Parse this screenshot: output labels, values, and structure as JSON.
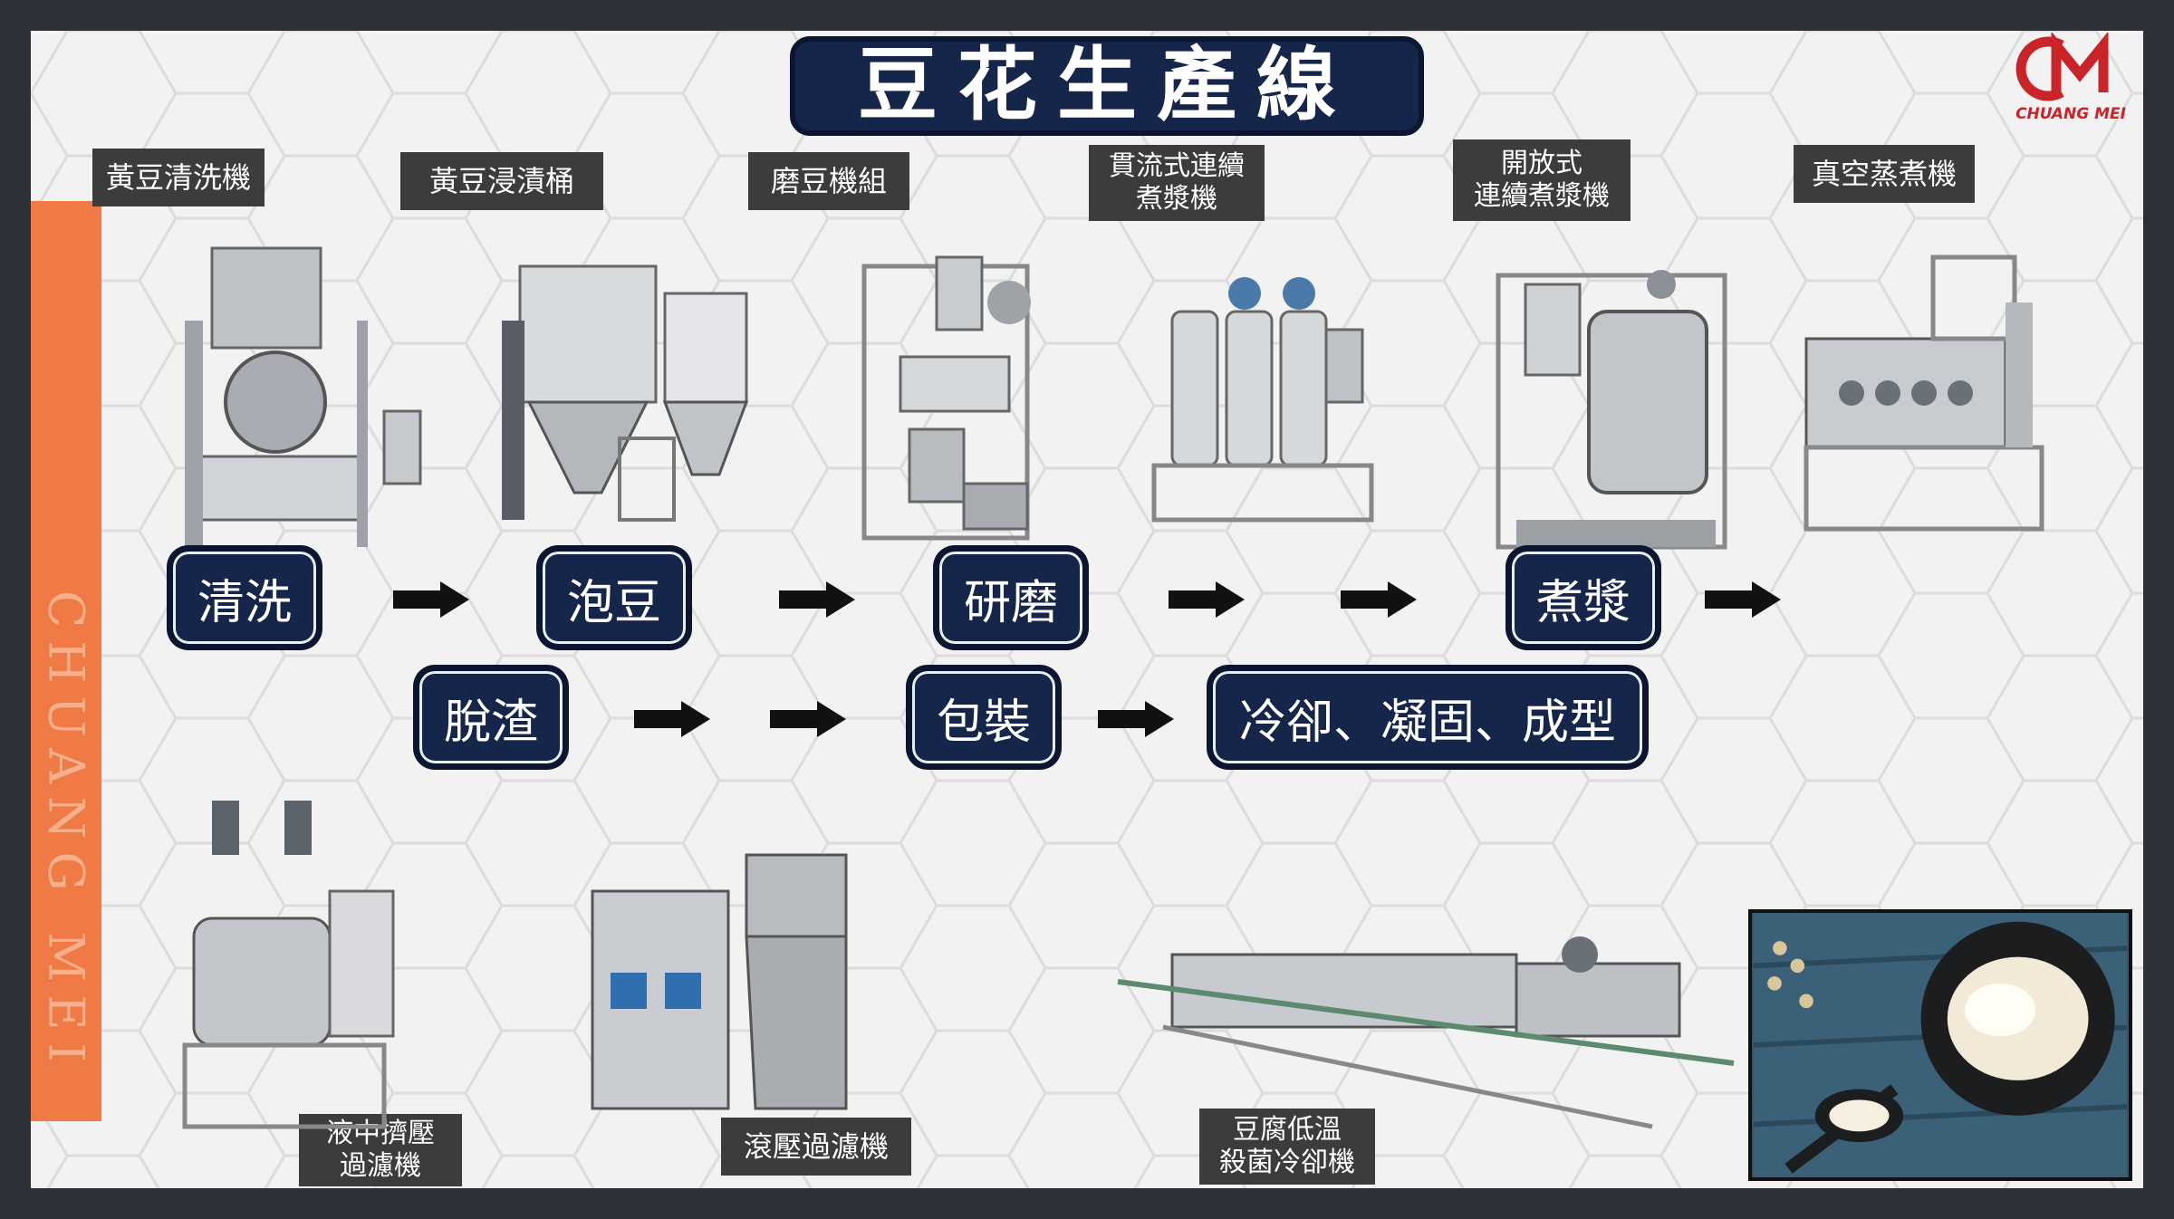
{
  "title": "豆花生產線",
  "logo": {
    "text": "CHUANG MEI",
    "mark": "CM",
    "color": "#c9242a"
  },
  "sidebar": {
    "text": "CHUANG MEI",
    "color": "#f07a45"
  },
  "machines": {
    "soybean_washer": "黃豆清洗機",
    "soaking_tank": "黃豆浸漬桶",
    "grinder_set": "磨豆機組",
    "continuous_cooker": "貫流式連續\n煮漿機",
    "open_cooker": "開放式\n連續煮漿機",
    "vacuum_cooker": "真空蒸煮機",
    "press_filter": "液中擠壓\n過濾機",
    "roller_filter": "滾壓過濾機",
    "tofu_cooler": "豆腐低溫\n殺菌冷卻機"
  },
  "steps": {
    "wash": "清洗",
    "soak": "泡豆",
    "grind": "研磨",
    "boil": "煮漿",
    "dregs": "脫渣",
    "pack": "包裝",
    "cool": "冷卻、凝固、成型"
  },
  "colors": {
    "navy": "#15264a",
    "label_bg": "#3c3c3c",
    "accent": "#f07a45"
  }
}
